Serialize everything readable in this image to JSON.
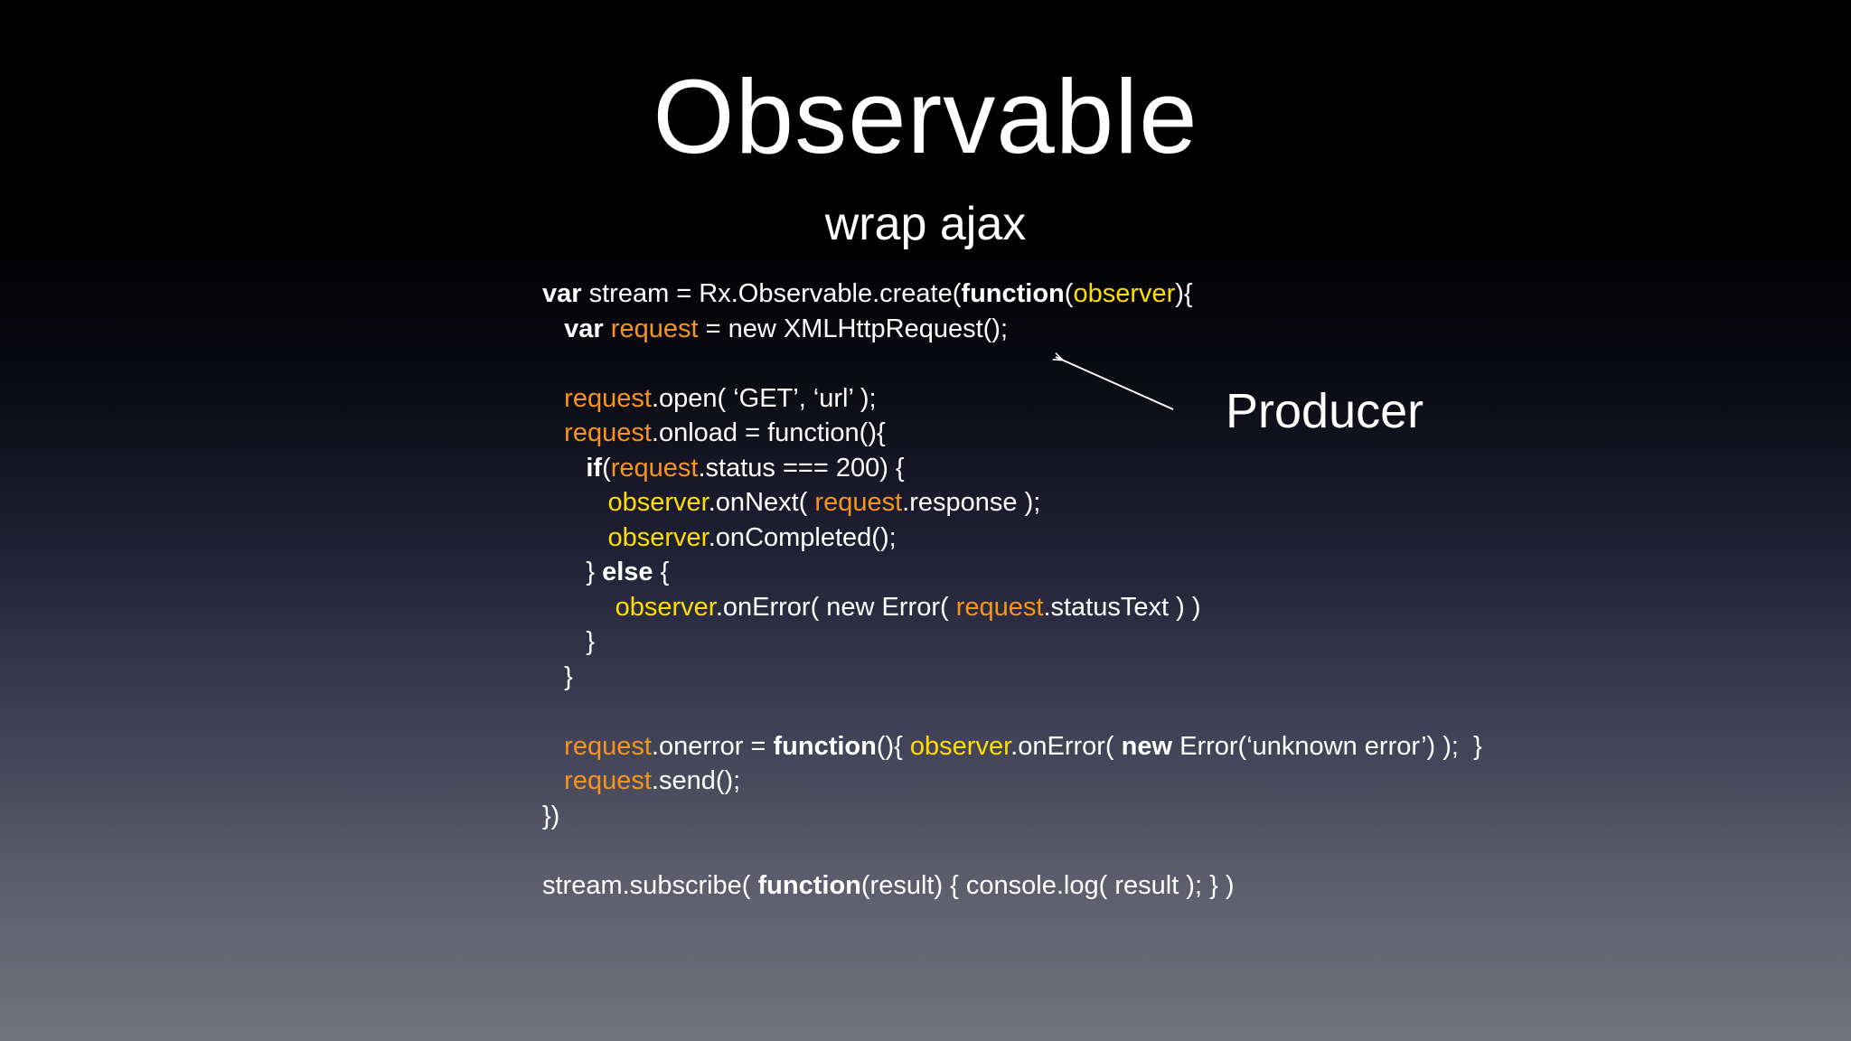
{
  "slide": {
    "title": "Observable",
    "subtitle": "wrap ajax",
    "annotation": "Producer"
  },
  "colors": {
    "text": "#ffffff",
    "request": "#f7941e",
    "observer": "#ffdf00"
  },
  "code": {
    "lines": [
      [
        {
          "t": "var",
          "s": "kw"
        },
        {
          "t": " stream = Rx.Observable.create(",
          "s": "pl"
        },
        {
          "t": "function",
          "s": "kw"
        },
        {
          "t": "(",
          "s": "pl"
        },
        {
          "t": "observer",
          "s": "obs"
        },
        {
          "t": "){",
          "s": "pl"
        }
      ],
      [
        {
          "t": "   ",
          "s": "pl"
        },
        {
          "t": "var",
          "s": "kw"
        },
        {
          "t": " ",
          "s": "pl"
        },
        {
          "t": "request",
          "s": "req"
        },
        {
          "t": " = new XMLHttpRequest();",
          "s": "pl"
        }
      ],
      [],
      [
        {
          "t": "   ",
          "s": "pl"
        },
        {
          "t": "request",
          "s": "req"
        },
        {
          "t": ".open( ‘GET’, ‘url’ );",
          "s": "pl"
        }
      ],
      [
        {
          "t": "   ",
          "s": "pl"
        },
        {
          "t": "request",
          "s": "req"
        },
        {
          "t": ".onload = function(){",
          "s": "pl"
        }
      ],
      [
        {
          "t": "      ",
          "s": "pl"
        },
        {
          "t": "if",
          "s": "kw"
        },
        {
          "t": "(",
          "s": "pl"
        },
        {
          "t": "request",
          "s": "req"
        },
        {
          "t": ".status === 200) {",
          "s": "pl"
        }
      ],
      [
        {
          "t": "         ",
          "s": "pl"
        },
        {
          "t": "observer",
          "s": "obs"
        },
        {
          "t": ".onNext( ",
          "s": "pl"
        },
        {
          "t": "request",
          "s": "req"
        },
        {
          "t": ".response );",
          "s": "pl"
        }
      ],
      [
        {
          "t": "         ",
          "s": "pl"
        },
        {
          "t": "observer",
          "s": "obs"
        },
        {
          "t": ".onCompleted();",
          "s": "pl"
        }
      ],
      [
        {
          "t": "      } ",
          "s": "pl"
        },
        {
          "t": "else",
          "s": "kw"
        },
        {
          "t": " {",
          "s": "pl"
        }
      ],
      [
        {
          "t": "          ",
          "s": "pl"
        },
        {
          "t": "observer",
          "s": "obs"
        },
        {
          "t": ".onError( new Error( ",
          "s": "pl"
        },
        {
          "t": "request",
          "s": "req"
        },
        {
          "t": ".statusText ) )",
          "s": "pl"
        }
      ],
      [
        {
          "t": "      }",
          "s": "pl"
        }
      ],
      [
        {
          "t": "   }",
          "s": "pl"
        }
      ],
      [],
      [
        {
          "t": "   ",
          "s": "pl"
        },
        {
          "t": "request",
          "s": "req"
        },
        {
          "t": ".onerror = ",
          "s": "pl"
        },
        {
          "t": "function",
          "s": "kw"
        },
        {
          "t": "(){ ",
          "s": "pl"
        },
        {
          "t": "observer",
          "s": "obs"
        },
        {
          "t": ".onError( ",
          "s": "pl"
        },
        {
          "t": "new",
          "s": "kw"
        },
        {
          "t": " Error(‘unknown error’) );  }",
          "s": "pl"
        }
      ],
      [
        {
          "t": "   ",
          "s": "pl"
        },
        {
          "t": "request",
          "s": "req"
        },
        {
          "t": ".send();",
          "s": "pl"
        }
      ],
      [
        {
          "t": "})",
          "s": "pl"
        }
      ],
      [],
      [
        {
          "t": "stream.subscribe( ",
          "s": "pl"
        },
        {
          "t": "function",
          "s": "kw"
        },
        {
          "t": "(result) { console.log( result ); } )",
          "s": "pl"
        }
      ]
    ]
  }
}
